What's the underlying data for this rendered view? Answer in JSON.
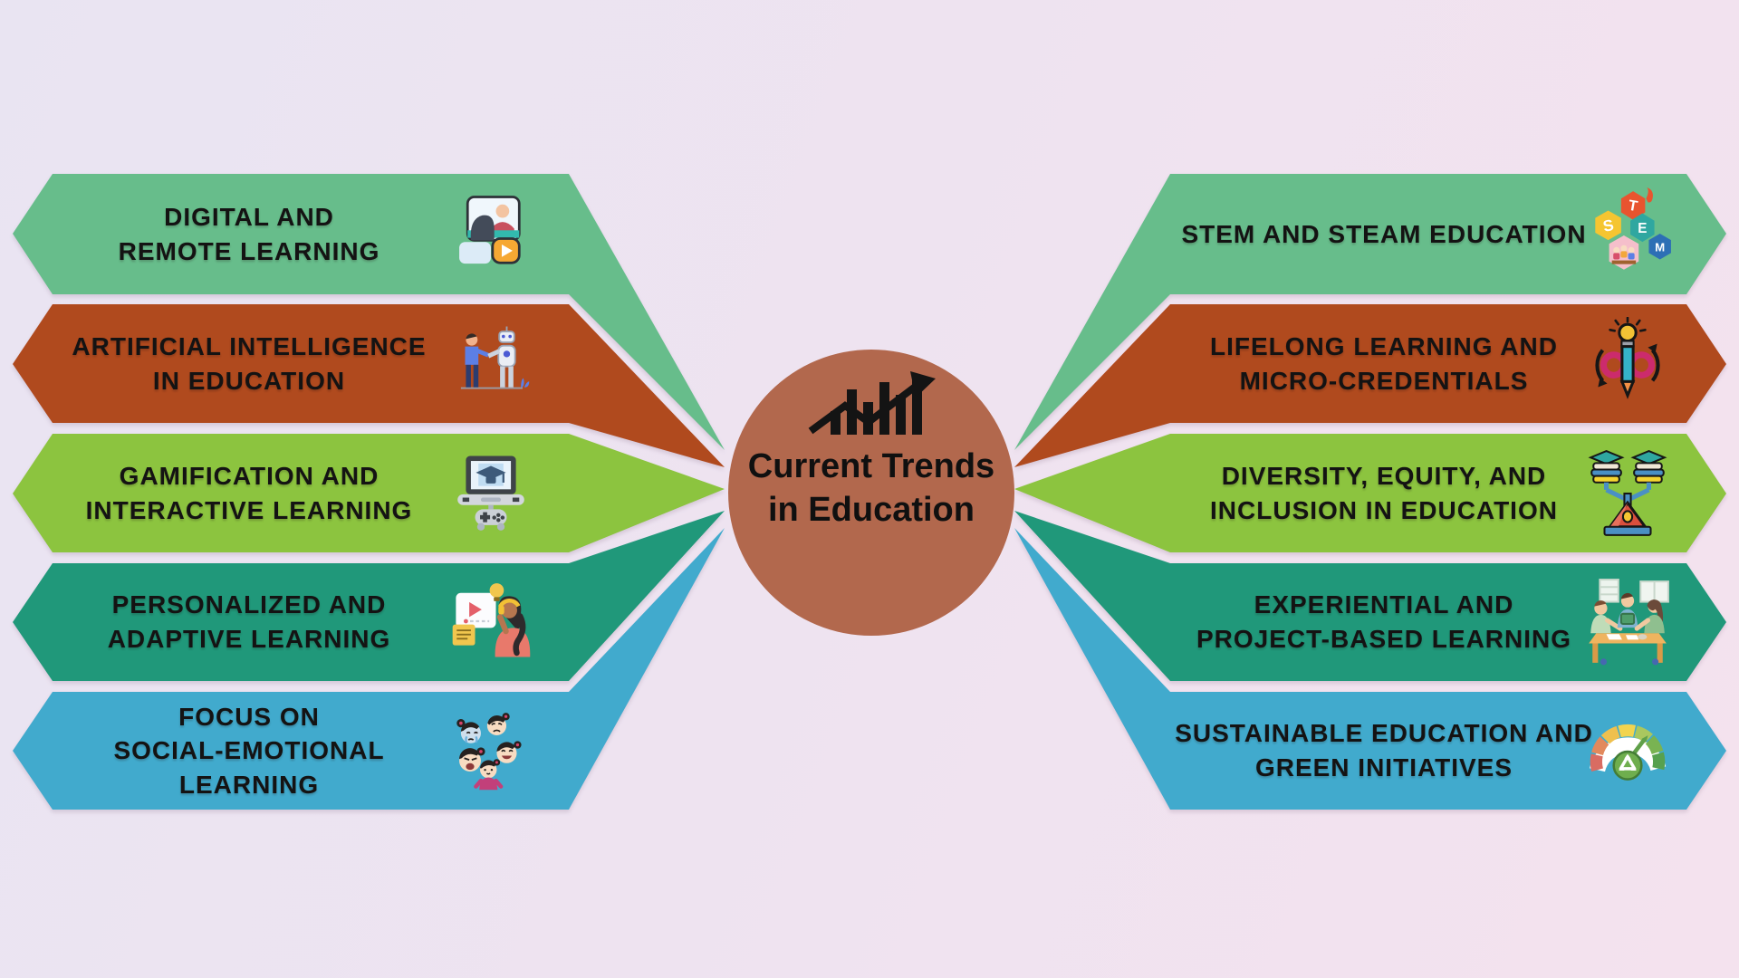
{
  "center": {
    "title": "Current Trends\nin Education",
    "icon": "growth-chart-icon",
    "color": "#B2684D"
  },
  "background": {
    "left": "#E9E4F2",
    "mid": "#EFE3F0",
    "right": "#F4E2EE"
  },
  "left_banners": [
    {
      "label": "DIGITAL AND\nREMOTE LEARNING",
      "icon": "digital-remote-learning-icon",
      "color": "#67BD8B"
    },
    {
      "label": "ARTIFICIAL INTELLIGENCE\nIN EDUCATION",
      "icon": "ai-education-icon",
      "color": "#B04A1E"
    },
    {
      "label": "GAMIFICATION AND\nINTERACTIVE LEARNING",
      "icon": "gamification-icon",
      "color": "#8CC43F"
    },
    {
      "label": "PERSONALIZED AND\nADAPTIVE LEARNING",
      "icon": "personalized-learning-icon",
      "color": "#20987A"
    },
    {
      "label": "FOCUS ON\nSOCIAL-EMOTIONAL\nLEARNING",
      "icon": "social-emotional-icon",
      "color": "#41AACD"
    }
  ],
  "right_banners": [
    {
      "label": "STEM AND STEAM EDUCATION",
      "icon": "stem-steam-icon",
      "color": "#67BD8B"
    },
    {
      "label": "LIFELONG LEARNING AND\nMICRO-CREDENTIALS",
      "icon": "lifelong-learning-icon",
      "color": "#B04A1E"
    },
    {
      "label": "DIVERSITY, EQUITY, AND\nINCLUSION IN EDUCATION",
      "icon": "diversity-inclusion-icon",
      "color": "#8CC43F"
    },
    {
      "label": "EXPERIENTIAL AND\nPROJECT-BASED LEARNING",
      "icon": "experiential-learning-icon",
      "color": "#20987A"
    },
    {
      "label": "SUSTAINABLE EDUCATION AND\nGREEN INITIATIVES",
      "icon": "sustainable-education-icon",
      "color": "#41AACD"
    }
  ]
}
